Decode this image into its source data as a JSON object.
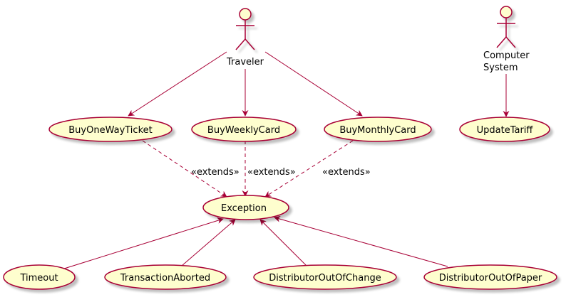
{
  "actors": {
    "traveler": "Traveler",
    "computer_line1": "Computer",
    "computer_line2": "System"
  },
  "usecases": {
    "buy_one_way_ticket": "BuyOneWayTicket",
    "buy_weekly_card": "BuyWeeklyCard",
    "buy_monthly_card": "BuyMonthlyCard",
    "update_tariff": "UpdateTariff",
    "exception": "Exception",
    "timeout": "Timeout",
    "transaction_aborted": "TransactionAborted",
    "distributor_out_of_change": "DistributorOutOfChange",
    "distributor_out_of_paper": "DistributorOutOfPaper"
  },
  "relations": {
    "extends_1": "«extends»",
    "extends_2": "«extends»",
    "extends_3": "«extends»"
  },
  "colors": {
    "fill": "#FEFECE",
    "stroke": "#A80036",
    "shadow": "#C8C8C8"
  }
}
